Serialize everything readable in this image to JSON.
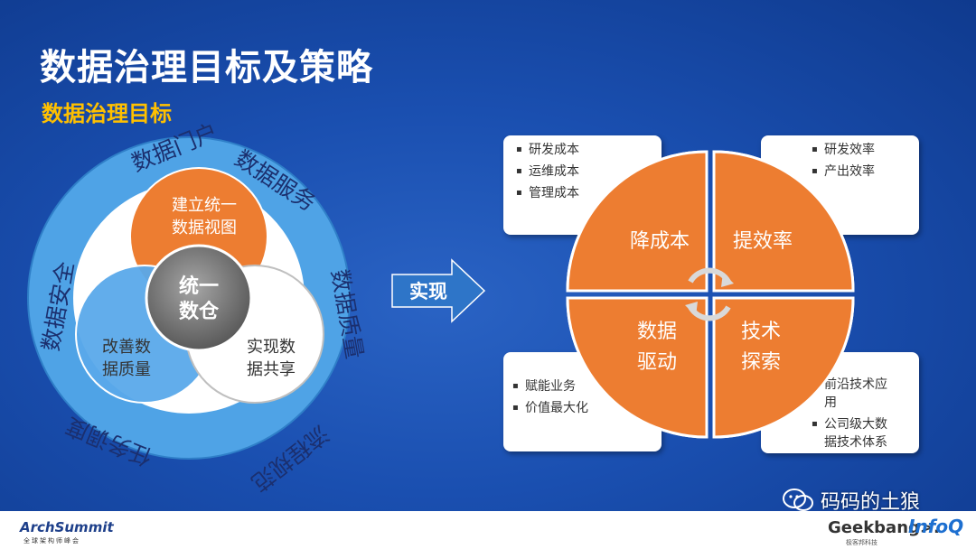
{
  "title": "数据治理目标及策略",
  "subtitle": "数据治理目标",
  "ring_labels": [
    "数据门户",
    "数据服务",
    "数据质量",
    "流程规范",
    "任务调度",
    "数据安全"
  ],
  "venn": {
    "top": "建立统一数据视图",
    "top_lines": [
      "建立统一",
      "数据视图"
    ],
    "left_lines": [
      "改善数",
      "据质量"
    ],
    "right_lines": [
      "实现数",
      "据共享"
    ],
    "center_lines": [
      "统一",
      "数仓"
    ]
  },
  "arrow_label": "实现",
  "quadrants": {
    "top_left": "降成本",
    "top_right": "提效率",
    "bottom_left_lines": [
      "数据",
      "驱动"
    ],
    "bottom_right_lines": [
      "技术",
      "探索"
    ]
  },
  "boxes": {
    "top_left": [
      "研发成本",
      "运维成本",
      "管理成本"
    ],
    "top_right": [
      "研发效率",
      "产出效率"
    ],
    "bottom_left": [
      "赋能业务",
      "价值最大化"
    ],
    "bottom_right": [
      "前沿技术应用",
      "公司级大数据技术体系"
    ],
    "bottom_right_lines": [
      "前沿技术应",
      "用",
      "公司级大数",
      "据技术体系"
    ]
  },
  "watermark": "码码的土狼",
  "footer": {
    "arch_logo": "ArchSummit",
    "arch_sub": "全球架构师峰会",
    "geek_logo": "Geekbang>.",
    "geek_sub": "极客邦科技",
    "infoq_logo": "InfoQ"
  },
  "colors": {
    "background": "#1a4fb0",
    "ring": "#4fa3e6",
    "orange": "#ed7d31",
    "blue_circle": "#5aa9ea",
    "center": "#7f7f7f",
    "accent_yellow": "#ffc000"
  }
}
